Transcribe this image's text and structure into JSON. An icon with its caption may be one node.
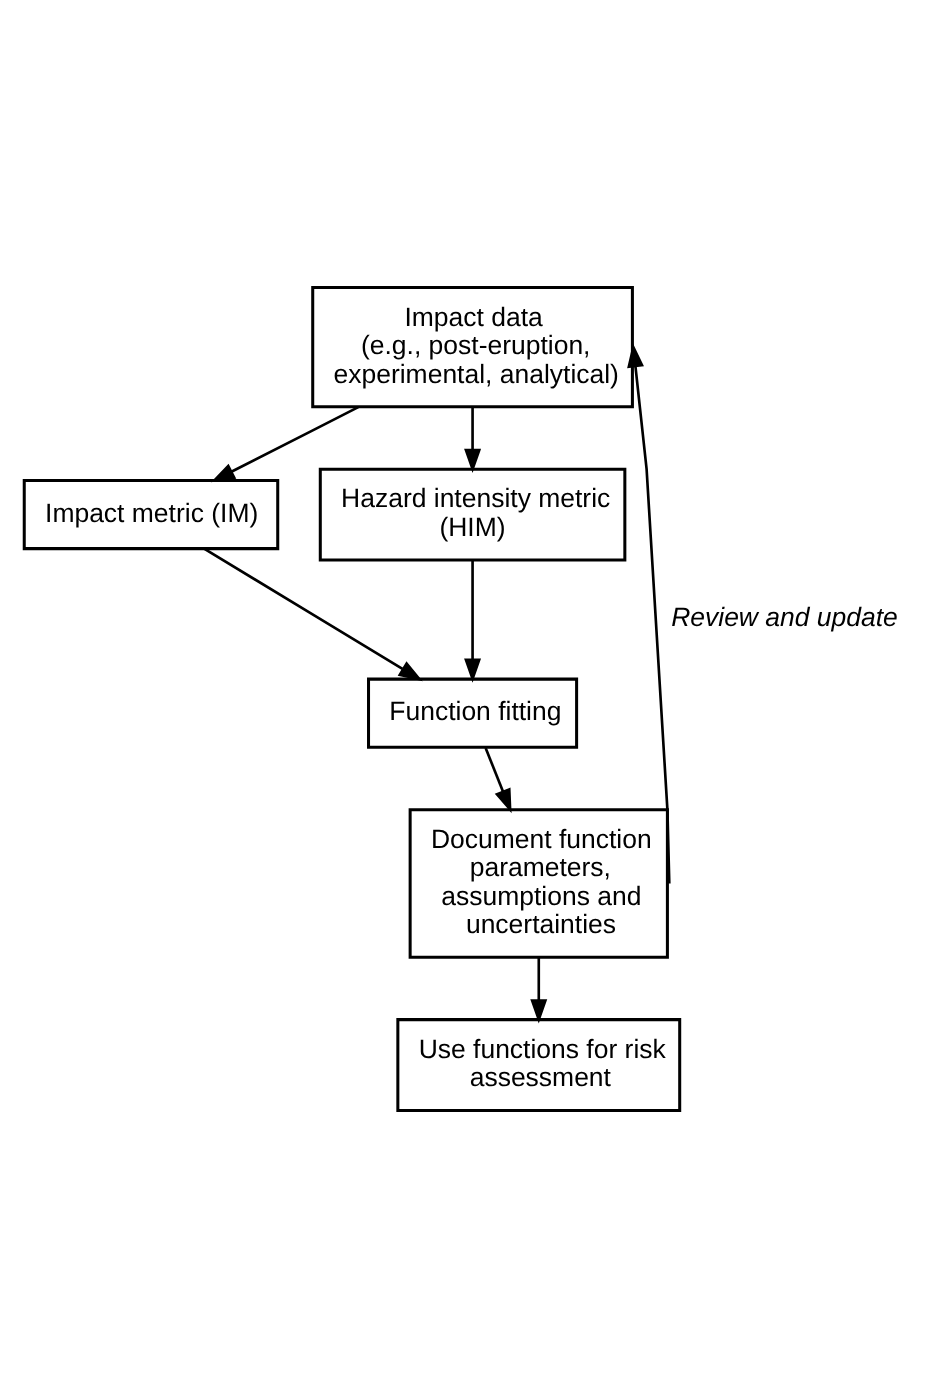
{
  "diagram": {
    "nodes": [
      {
        "text": [
          "Impact data",
          "(e.g., post-eruption, experimental, analytical)"
        ]
      },
      {
        "text": [
          "Impact metric (IM)"
        ]
      },
      {
        "text": [
          "Hazard intensity metric (HIM)"
        ]
      },
      {
        "text": [
          "Function fitting"
        ]
      },
      {
        "text": [
          "Document function parameters, assumptions and uncertainties"
        ]
      },
      {
        "text": [
          "Use functions for risk assessment"
        ]
      }
    ],
    "edges": [
      {
        "from": 0,
        "to": 1,
        "arrow": "to"
      },
      {
        "from": 0,
        "to": 2,
        "arrow": "to"
      },
      {
        "from": 1,
        "to": 3,
        "arrow": "to"
      },
      {
        "from": 2,
        "to": 3,
        "arrow": "to"
      },
      {
        "from": 3,
        "to": 4,
        "arrow": "to"
      },
      {
        "from": 4,
        "to": 0,
        "arrow": "to",
        "label": "Review and update"
      },
      {
        "from": 4,
        "to": 5,
        "arrow": "to"
      }
    ]
  }
}
